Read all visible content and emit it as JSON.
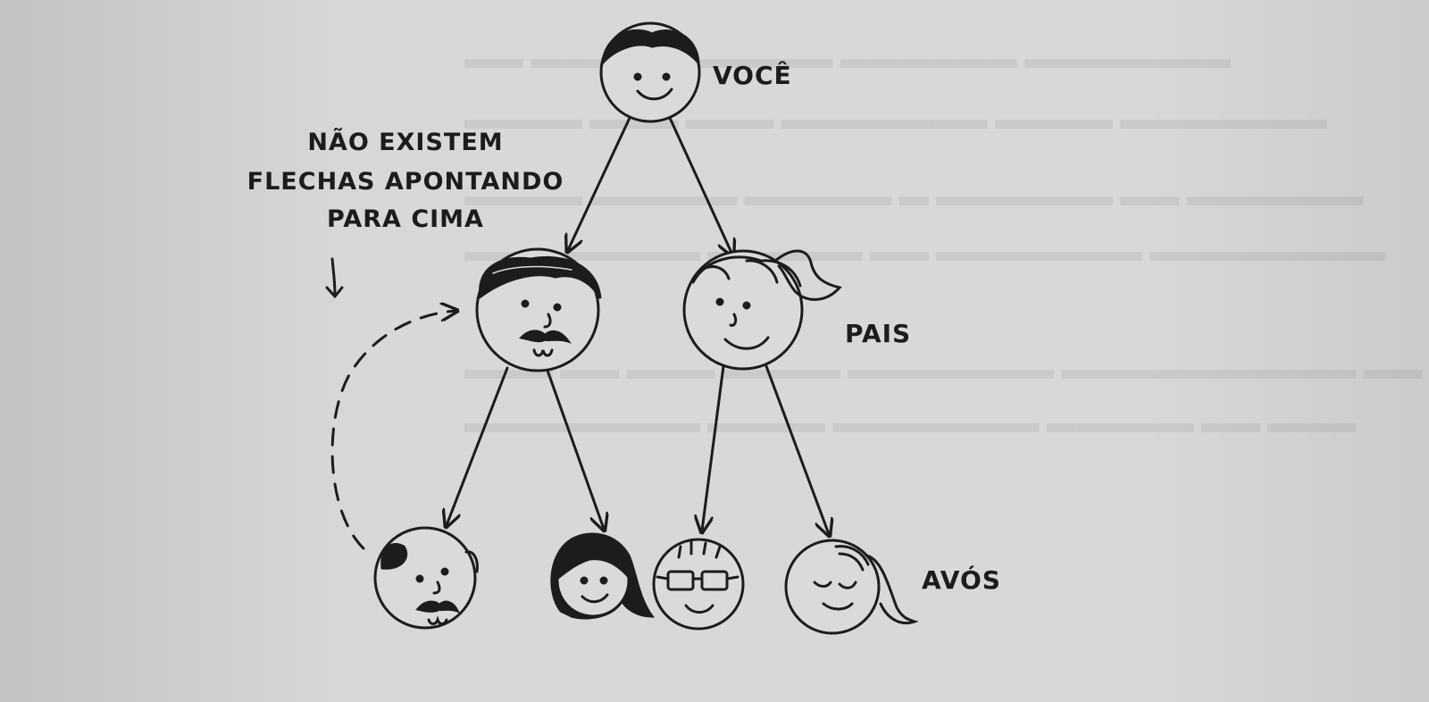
{
  "labels": {
    "you": "VOCÊ",
    "parents": "PAIS",
    "grandparents": "AVÓS"
  },
  "annotation": {
    "lines": [
      "NÃO EXISTEM",
      "FLECHAS APONTANDO",
      "PARA CIMA"
    ]
  },
  "colors": {
    "paper": "#d8d8d6",
    "ink": "#1c1c1c"
  }
}
